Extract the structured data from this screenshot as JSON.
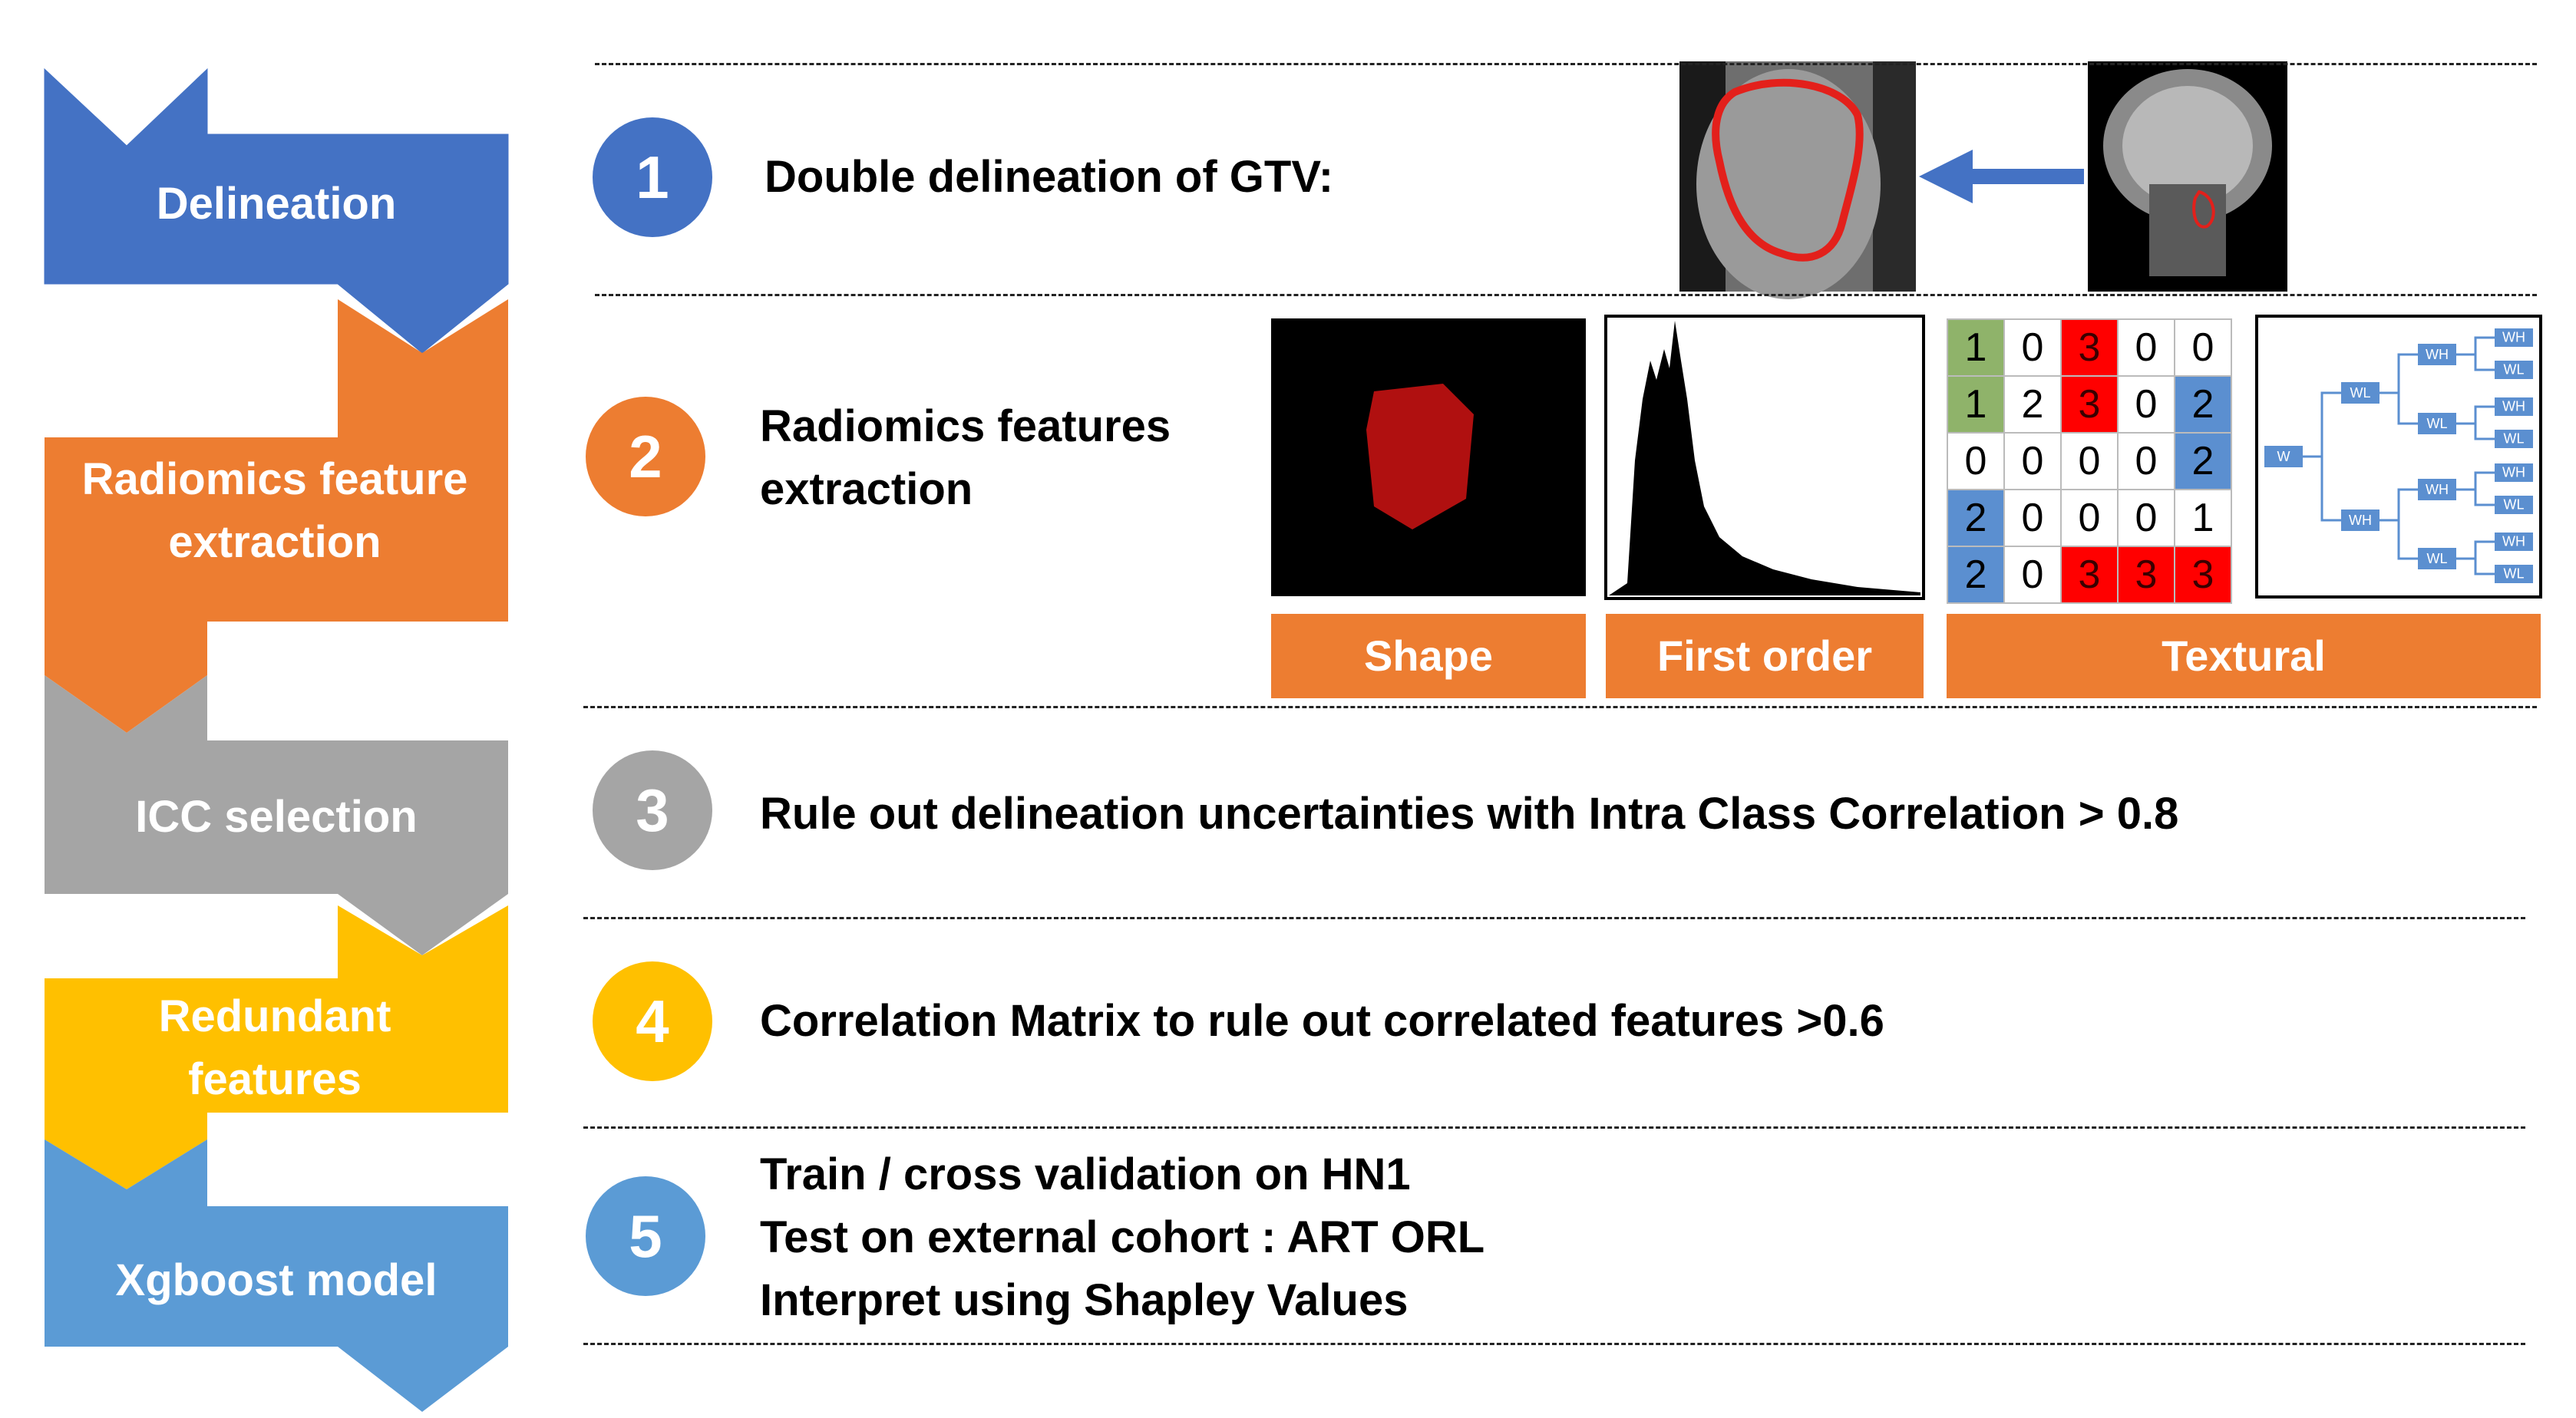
{
  "colors": {
    "step1": "#4472c4",
    "step2": "#ed7d31",
    "step3": "#a5a5a5",
    "step4": "#ffc000",
    "step5": "#5b9bd5"
  },
  "flow": [
    {
      "label": "Delineation"
    },
    {
      "label": "Radiomics feature extraction"
    },
    {
      "label": "ICC selection"
    },
    {
      "label": "Redundant features"
    },
    {
      "label": "Xgboost model"
    }
  ],
  "steps": [
    {
      "number": "1",
      "lines": [
        "Double delineation of GTV:"
      ]
    },
    {
      "number": "2",
      "lines": [
        "Radiomics features",
        "extraction"
      ]
    },
    {
      "number": "3",
      "lines": [
        "Rule out delineation uncertainties with Intra Class Correlation > 0.8"
      ]
    },
    {
      "number": "4",
      "lines": [
        "Correlation Matrix to rule out correlated features >0.6"
      ]
    },
    {
      "number": "5",
      "lines": [
        "Train / cross validation on HN1",
        "Test on external cohort : ART ORL",
        "Interpret using Shapley Values"
      ]
    }
  ],
  "feature_panels": {
    "shape_label": "Shape",
    "first_order_label": "First order",
    "textural_label": "Textural"
  },
  "glcm_matrix": [
    [
      "1",
      "0",
      "3",
      "0",
      "0"
    ],
    [
      "1",
      "2",
      "3",
      "0",
      "2"
    ],
    [
      "0",
      "0",
      "0",
      "0",
      "2"
    ],
    [
      "2",
      "0",
      "0",
      "0",
      "1"
    ],
    [
      "2",
      "0",
      "3",
      "3",
      "3"
    ]
  ],
  "glcm_colors": [
    [
      "green",
      "white",
      "red",
      "white",
      "white"
    ],
    [
      "green",
      "white",
      "red",
      "white",
      "blue"
    ],
    [
      "white",
      "white",
      "white",
      "white",
      "blue"
    ],
    [
      "blue",
      "white",
      "white",
      "white",
      "white"
    ],
    [
      "blue",
      "white",
      "red",
      "red",
      "red"
    ]
  ],
  "wavelet_tree": {
    "root": "W",
    "level1": [
      "WL",
      "WH"
    ],
    "level2": [
      "WH",
      "WL",
      "WH",
      "WL"
    ],
    "level3": [
      "WH",
      "WL",
      "WH",
      "WL",
      "WH",
      "WL",
      "WH",
      "WL"
    ]
  }
}
